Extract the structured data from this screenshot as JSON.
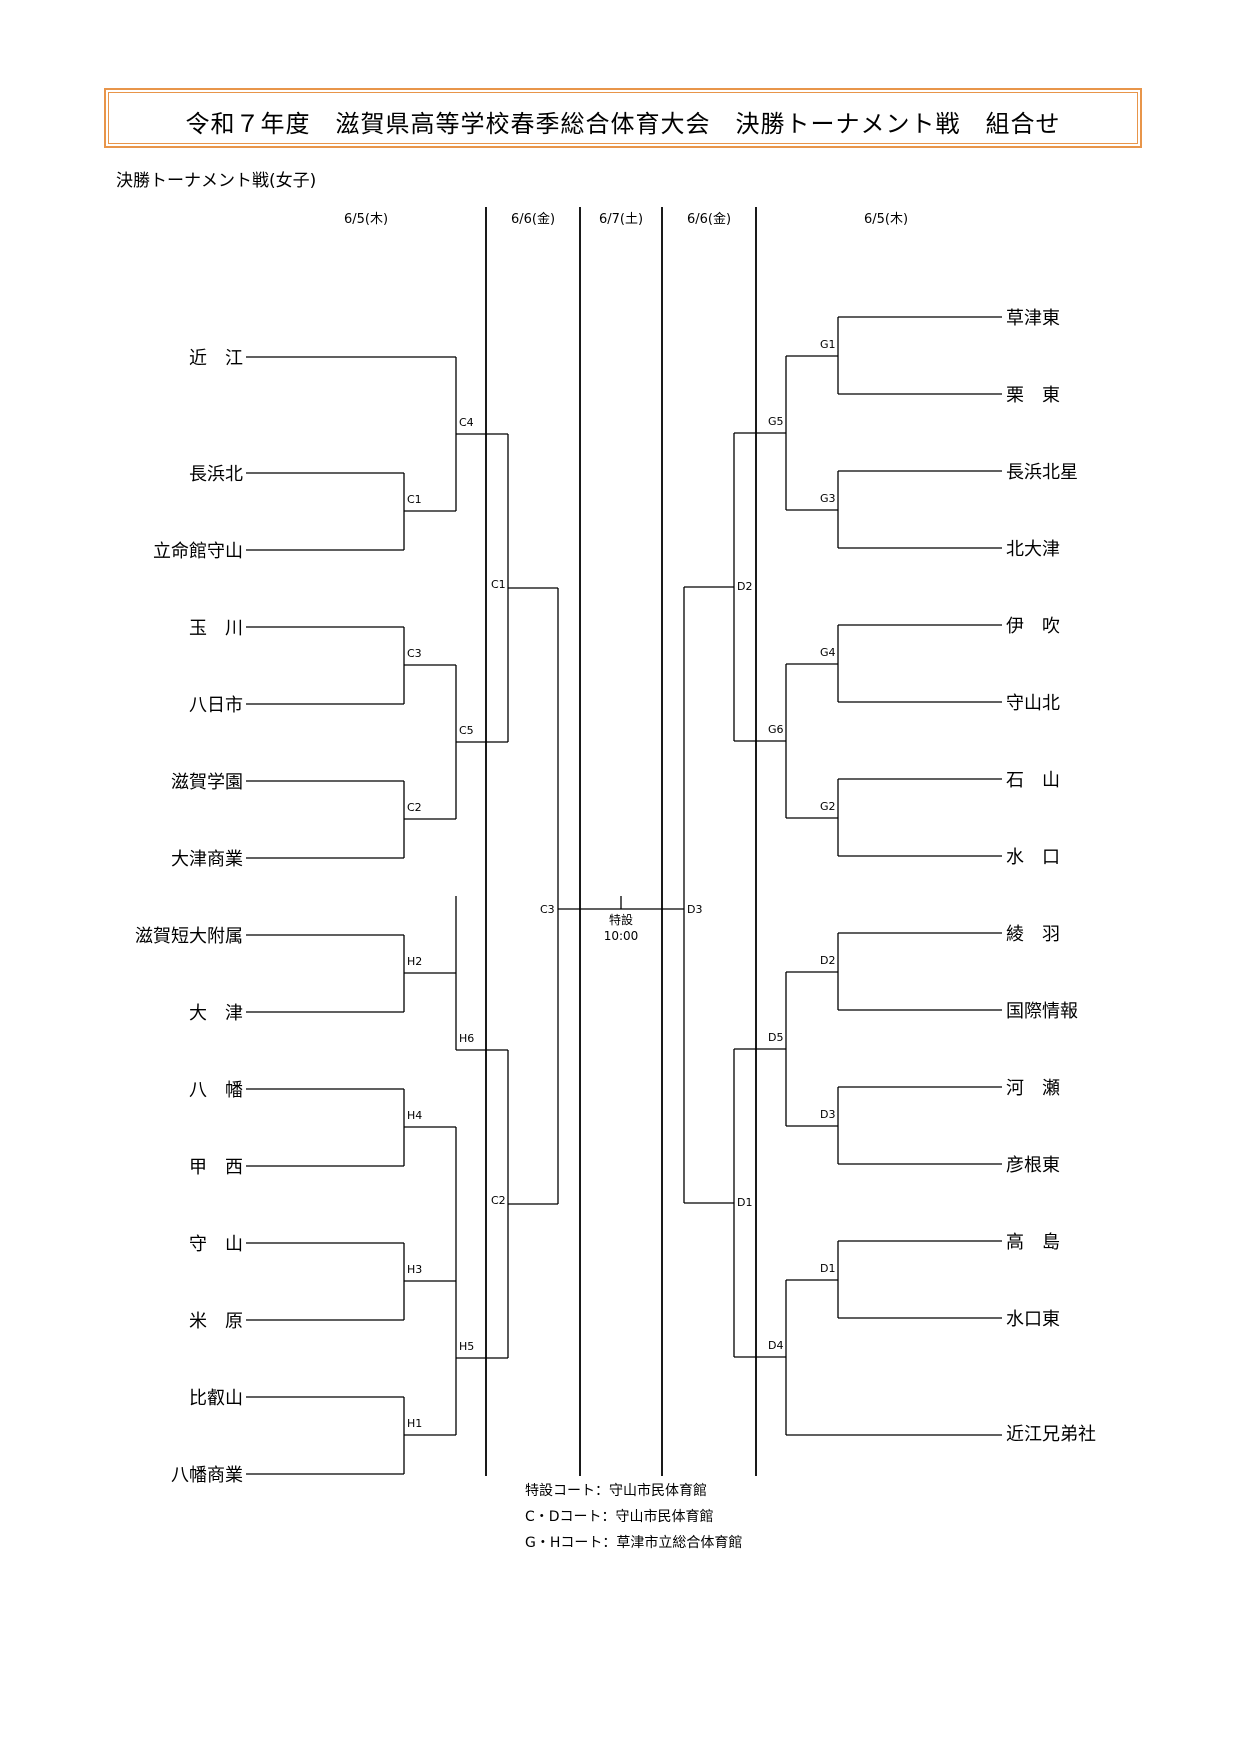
{
  "header": {
    "title": "令和７年度　滋賀県高等学校春季総合体育大会　決勝トーナメント戦　組合せ",
    "subtitle": "決勝トーナメント戦(女子)"
  },
  "dates": [
    "6/5(木)",
    "6/6(金)",
    "6/7(土)",
    "6/6(金)",
    "6/5(木)"
  ],
  "left_teams": [
    "近　江",
    "長浜北",
    "立命館守山",
    "玉　川",
    "八日市",
    "滋賀学園",
    "大津商業",
    "滋賀短大附属",
    "大　津",
    "八　幡",
    "甲　西",
    "守　山",
    "米　原",
    "比叡山",
    "八幡商業"
  ],
  "right_teams": [
    "草津東",
    "栗　東",
    "長浜北星",
    "北大津",
    "伊　吹",
    "守山北",
    "石　山",
    "水　口",
    "綾　羽",
    "国際情報",
    "河　瀬",
    "彦根東",
    "高　島",
    "水口東",
    "近江兄弟社"
  ],
  "match_labels": {
    "left_r1": [
      "C1",
      "C3",
      "C2",
      "H2",
      "H4",
      "H3",
      "H1"
    ],
    "left_r2": [
      "C4",
      "C5",
      "H6",
      "H5"
    ],
    "left_r3": [
      "C1",
      "C2"
    ],
    "left_semi": "C3",
    "right_r1": [
      "G1",
      "G3",
      "G4",
      "G2",
      "D2",
      "D3",
      "D1"
    ],
    "right_r2": [
      "G5",
      "G6",
      "D5",
      "D4"
    ],
    "right_r3": [
      "D2",
      "D1"
    ],
    "right_semi": "D3"
  },
  "final": {
    "court": "特設",
    "time": "10:00"
  },
  "notes": [
    "特設コート：守山市民体育館",
    "C・Dコート：守山市民体育館",
    "G・Hコート：草津市立総合体育館"
  ]
}
